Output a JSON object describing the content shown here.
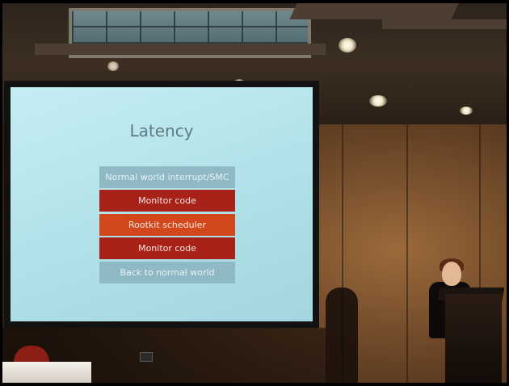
{
  "slide": {
    "title": "Latency",
    "blocks": [
      {
        "label": "Normal world interrupt/SMC",
        "color": "#8fb9c4",
        "text_color": "#e7f3f6"
      },
      {
        "label": "Monitor code",
        "color": "#a8221a",
        "text_color": "#f4e4df"
      },
      {
        "label": "Rootkit scheduler",
        "color": "#d2471b",
        "text_color": "#fbe9df"
      },
      {
        "label": "Monitor code",
        "color": "#a8221a",
        "text_color": "#f4e4df"
      },
      {
        "label": "Back to normal world",
        "color": "#8fb9c4",
        "text_color": "#e7f3f6"
      }
    ]
  },
  "colors": {
    "screen_background": "#b7e6ec",
    "room_wall": "#6a4526"
  }
}
